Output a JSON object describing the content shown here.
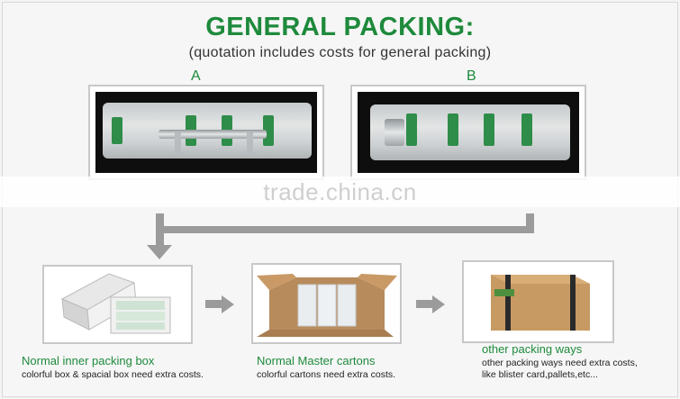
{
  "header": {
    "title": "GENERAL PACKING:",
    "subtitle": "(quotation includes costs for general packing)"
  },
  "options": [
    {
      "label": "A",
      "image": "handle-bag-photo"
    },
    {
      "label": "B",
      "image": "bar-bag-photo"
    }
  ],
  "watermark": "trade.china.cn",
  "steps": [
    {
      "title": "Normal inner packing box",
      "description": "colorful box  & spacial box need extra costs."
    },
    {
      "title": "Normal Master cartons",
      "description": "colorful  cartons  need  extra  costs."
    },
    {
      "title": "other packing ways",
      "description_lines": [
        "other packing ways need extra costs,",
        "like blister card,pallets,etc..."
      ]
    }
  ],
  "colors": {
    "accent_green": "#1e8a3c",
    "arrow_grey": "#9b9b9b"
  }
}
